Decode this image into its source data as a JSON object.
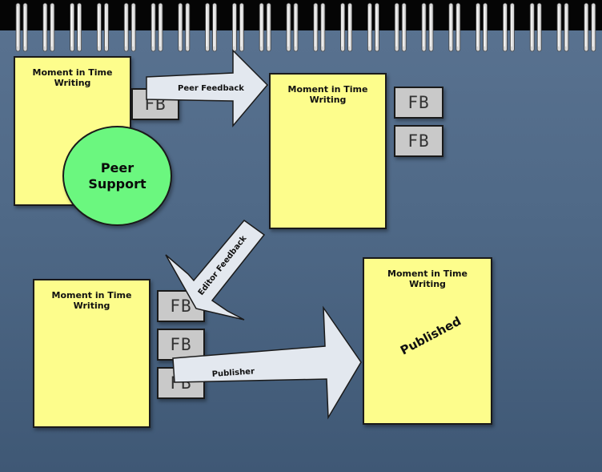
{
  "cards": [
    {
      "id": "writing-1",
      "title": "Moment in Time\nWriting"
    },
    {
      "id": "writing-2",
      "title": "Moment in Time\nWriting"
    },
    {
      "id": "writing-3",
      "title": "Moment in Time\nWriting"
    },
    {
      "id": "writing-4",
      "title": "Moment in Time\nWriting"
    }
  ],
  "fb_label": "FB",
  "peer_support": "Peer\nSupport",
  "published": "Published",
  "arrows": {
    "peer_feedback": "Peer Feedback",
    "editor_feedback": "Editor Feedback",
    "publisher": "Publisher"
  },
  "colors": {
    "background": "#4f6987",
    "card": "#fdfd8c",
    "peer_support": "#6bf77f",
    "fb_box": "#c9c9c9",
    "arrow": "#e3e8ef"
  }
}
